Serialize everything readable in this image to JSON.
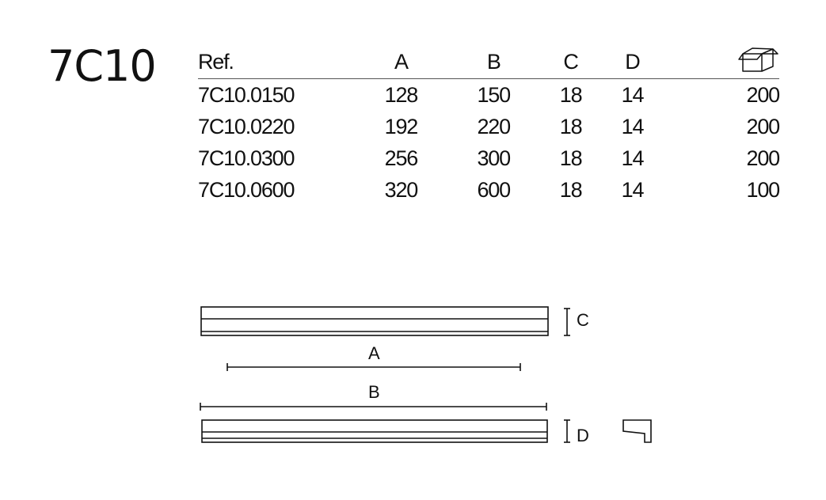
{
  "product": {
    "code": "7C10"
  },
  "table": {
    "headers": {
      "ref": "Ref.",
      "a": "A",
      "b": "B",
      "c": "C",
      "d": "D",
      "qty_icon": "box-icon"
    },
    "rows": [
      {
        "ref": "7C10.0150",
        "a": "128",
        "b": "150",
        "c": "18",
        "d": "14",
        "qty": "200"
      },
      {
        "ref": "7C10.0220",
        "a": "192",
        "b": "220",
        "c": "18",
        "d": "14",
        "qty": "200"
      },
      {
        "ref": "7C10.0300",
        "a": "256",
        "b": "300",
        "c": "18",
        "d": "14",
        "qty": "200"
      },
      {
        "ref": "7C10.0600",
        "a": "320",
        "b": "600",
        "c": "18",
        "d": "14",
        "qty": "100"
      }
    ]
  },
  "drawing": {
    "labels": {
      "c": "C",
      "a": "A",
      "b": "B",
      "d": "D"
    },
    "stroke_color": "#111111"
  }
}
